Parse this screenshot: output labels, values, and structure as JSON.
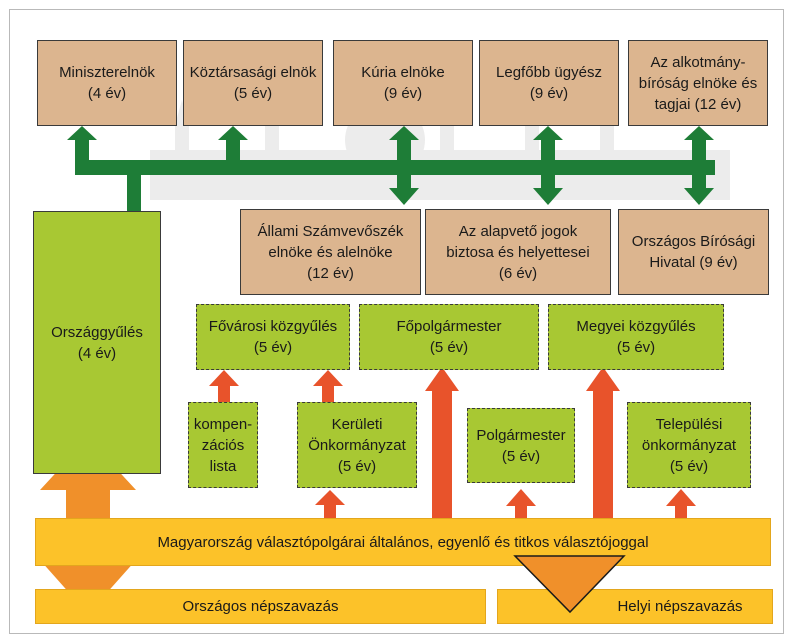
{
  "diagram": {
    "top_row": [
      {
        "title": "Miniszterelnök",
        "term": "(4 év)"
      },
      {
        "title": "Köztársasági elnök",
        "term": "(5 év)"
      },
      {
        "title": "Kúria elnöke",
        "term": "(9 év)"
      },
      {
        "title": "Legfőbb ügyész",
        "term": "(9 év)"
      },
      {
        "title_l1": "Az alkotmány-",
        "title_l2": "bíróság elnöke és",
        "title_l3": "tagjai (12 év)"
      }
    ],
    "second_row": [
      {
        "l1": "Állami Számvevőszék",
        "l2": "elnöke és alelnöke",
        "l3": "(12 év)"
      },
      {
        "l1": "Az alapvető jogok",
        "l2": "biztosa és helyettesei",
        "l3": "(6 év)"
      },
      {
        "l1": "Országos Bírósági",
        "l2": "Hivatal (9 év)"
      }
    ],
    "parliament": {
      "title": "Országgyűlés",
      "term": "(4 év)"
    },
    "municipal_row": [
      {
        "title": "Fővárosi közgyűlés",
        "term": "(5 év)"
      },
      {
        "title": "Főpolgármester",
        "term": "(5 év)"
      },
      {
        "title": "Megyei közgyűlés",
        "term": "(5 év)"
      }
    ],
    "local_row": [
      {
        "l1": "kompen-",
        "l2": "zációs",
        "l3": "lista"
      },
      {
        "l1": "Kerületi",
        "l2": "Önkormányzat",
        "l3": "(5 év)"
      },
      {
        "l1": "Polgármester",
        "l2": "(5 év)"
      },
      {
        "l1": "Települési",
        "l2": "önkormányzat",
        "l3": "(5 év)"
      }
    ],
    "voters_bar": "Magyarország választópolgárai általános, egyenlő és titkos választójoggal",
    "national_referendum": "Országos népszavazás",
    "local_referendum": "Helyi népszavazás",
    "colors": {
      "tan": "#dcb58f",
      "green": "#a8c833",
      "yellow": "#fcc229",
      "dark_green_arrow": "#1e7d37",
      "red_arrow": "#e8532b",
      "orange_arrow": "#f0902a",
      "skyline": "#e9e9e9"
    }
  }
}
